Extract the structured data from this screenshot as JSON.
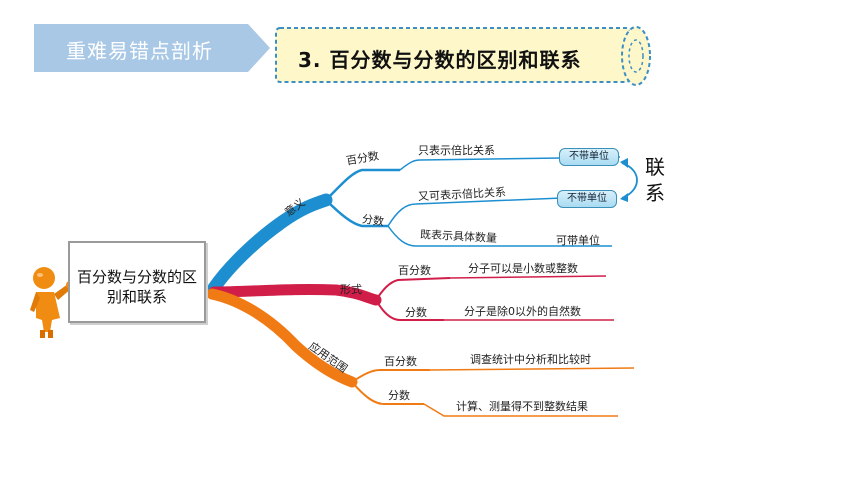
{
  "header": {
    "section_tab": "重难易错点剖析",
    "topic_title": "3. 百分数与分数的区别和联系"
  },
  "mindmap": {
    "center": "百分数与分数的区别和联系",
    "branches": {
      "meaning": {
        "label": "意义",
        "percent": {
          "label": "百分数",
          "leaf": "只表示倍比关系",
          "tag": "不带单位"
        },
        "fraction": {
          "label": "分数",
          "leaf1": "又可表示倍比关系",
          "tag": "不带单位",
          "leaf2": "既表示具体数量",
          "leaf2_value": "可带单位"
        }
      },
      "form": {
        "label": "形式",
        "percent": {
          "label": "百分数",
          "leaf": "分子可以是小数或整数"
        },
        "fraction": {
          "label": "分数",
          "leaf": "分子是除0以外的自然数"
        }
      },
      "usage": {
        "label": "应用范围",
        "percent": {
          "label": "百分数",
          "leaf": "调查统计中分析和比较时"
        },
        "fraction": {
          "label": "分数",
          "leaf": "计算、测量得不到整数结果"
        }
      }
    },
    "relation_label": [
      "联",
      "系"
    ]
  },
  "colors": {
    "blue": "#1d8fd0",
    "red": "#d11e49",
    "orange": "#f07a14",
    "tab": "#a8c8e6",
    "scroll": "#fdf7c9"
  }
}
